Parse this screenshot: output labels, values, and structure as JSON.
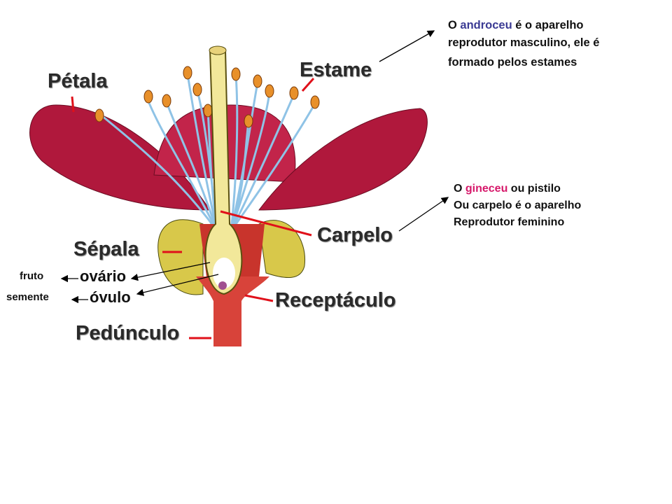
{
  "labels": {
    "petala": "Pétala",
    "estame": "Estame",
    "carpelo": "Carpelo",
    "sepala": "Sépala",
    "receptaculo": "Receptáculo",
    "pedunculo": "Pedúnculo",
    "ovario": "ovário",
    "ovulo": "óvulo",
    "fruto": "fruto",
    "semente": "semente"
  },
  "notes": {
    "androceu": {
      "line1_pre": "O ",
      "line1_term": "androceu",
      "line1_post": " é o aparelho",
      "line2": "reprodutor masculino, ele é",
      "line3": "formado pelos estames"
    },
    "gineceu": {
      "line1_pre": "O ",
      "line1_term": "gineceu",
      "line1_post": " ou pistilo",
      "line2": "Ou carpelo é o aparelho",
      "line3": "Reprodutor feminino"
    }
  },
  "colors": {
    "androceu_term": "#3b3b94",
    "gineceu_term": "#d6186a",
    "petal": "#b0183c",
    "sepal": "#d8c84a",
    "filament": "#8fc3e6",
    "anther": "#e8902a",
    "pointer": "#e0101a"
  }
}
